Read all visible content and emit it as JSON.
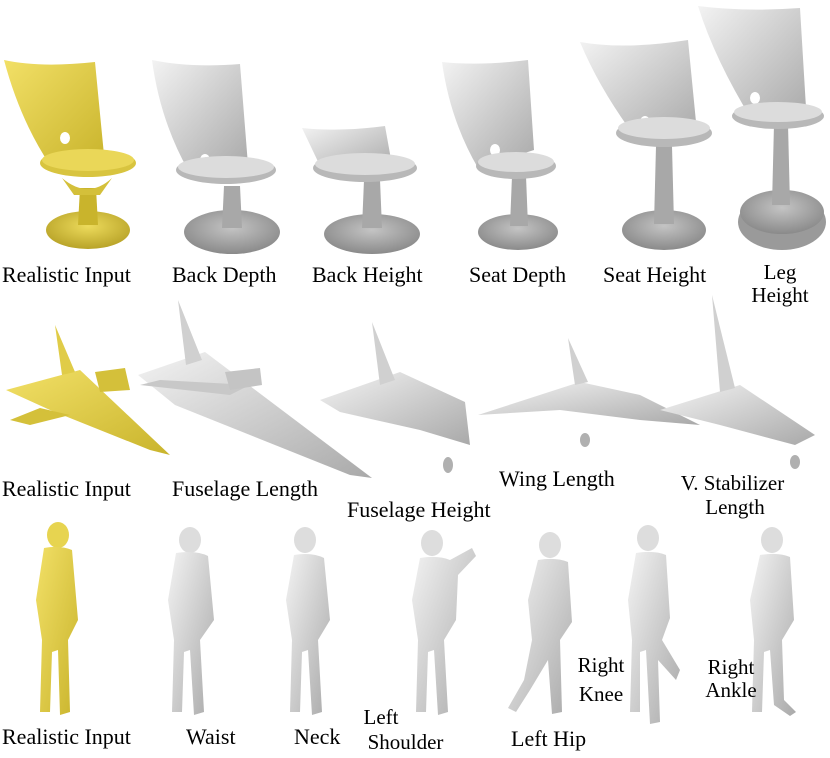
{
  "colors": {
    "input": "#e7d450",
    "input_shade": "#c9b42c",
    "variant": "#d9d9d9",
    "variant_shade": "#9e9e9e",
    "variant_light": "#f1f1f1"
  },
  "rows": {
    "chairs": {
      "labels": [
        "Realistic Input",
        "Back Depth",
        "Back Height",
        "Seat Depth",
        "Seat Height"
      ],
      "leg_label_1": "Leg",
      "leg_label_2": "Height"
    },
    "jets": {
      "labels": [
        "Realistic Input",
        "Fuselage Length",
        "Fuselage Height",
        "Wing Length"
      ],
      "stab_label_1": "V. Stabilizer",
      "stab_label_2": "Length"
    },
    "humans": {
      "labels": [
        "Realistic Input",
        "Waist",
        "Neck",
        "Left Hip"
      ],
      "shoulder_1": "Left",
      "shoulder_2": "Shoulder",
      "knee_1": "Right",
      "knee_2": "Knee",
      "ankle_1": "Right",
      "ankle_2": "Ankle"
    }
  }
}
